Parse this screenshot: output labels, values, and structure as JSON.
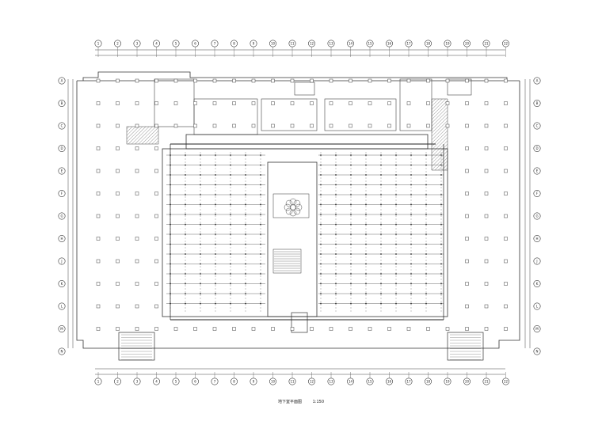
{
  "drawing": {
    "title": "地下室平面图",
    "scale": "1:150"
  },
  "axes": {
    "columns": [
      "1",
      "2",
      "3",
      "4",
      "5",
      "6",
      "7",
      "8",
      "9",
      "10",
      "11",
      "12",
      "13",
      "14",
      "15",
      "16",
      "17",
      "18",
      "19",
      "20",
      "21",
      "22"
    ],
    "rows": [
      "A",
      "B",
      "C",
      "D",
      "E",
      "F",
      "G",
      "H",
      "J",
      "K",
      "L",
      "M",
      "N"
    ]
  },
  "colors": {
    "line": "#444444",
    "light": "#8a8a8a",
    "hatch": "#555555"
  }
}
